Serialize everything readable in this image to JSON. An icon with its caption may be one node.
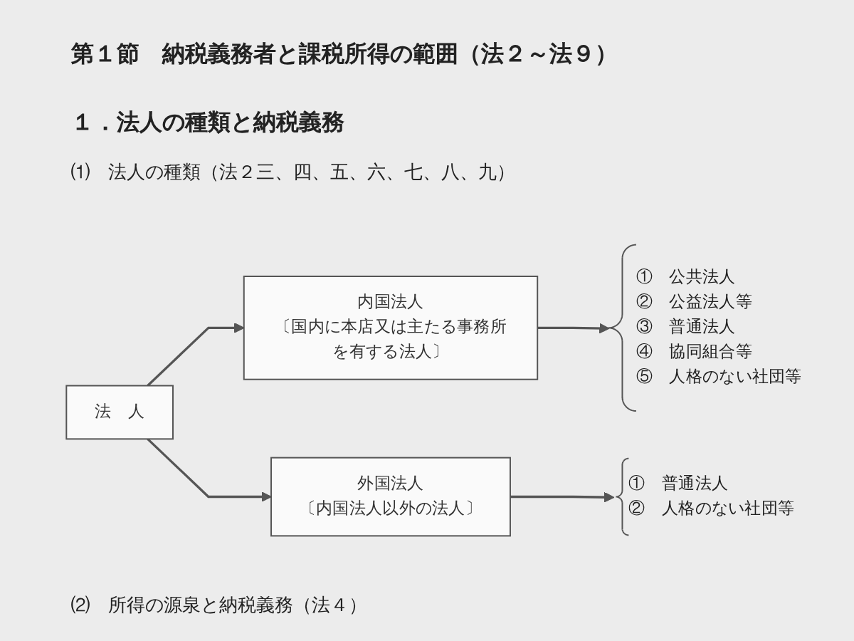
{
  "diagram": {
    "title": "第１節　納税義務者と課税所得の範囲（法２～法９）",
    "nodes": [
      {
        "text": [
          "法　人"
        ]
      },
      {
        "text": [
          "内国法人",
          "〔国内に本店又は主たる事務所を有する法人〕"
        ]
      },
      {
        "text": [
          "①　公共法人",
          "②　公益法人等",
          "③　普通法人",
          "④　協同組合等",
          "⑤　人格のない社団等"
        ]
      },
      {
        "text": [
          "外国法人",
          "〔内国法人以外の法人〕"
        ]
      },
      {
        "text": [
          "①　普通法人",
          "②　人格のない社団等"
        ]
      }
    ],
    "edges": [
      {
        "from": 0,
        "to": 1,
        "arrow": "to"
      },
      {
        "from": 1,
        "to": 2,
        "arrow": "to"
      },
      {
        "from": 0,
        "to": 3,
        "arrow": "to"
      },
      {
        "from": 3,
        "to": 4,
        "arrow": "to"
      }
    ],
    "labels": [
      "１．法人の種類と納税義務",
      "⑴　法人の種類（法２三、四、五、六、七、八、九）",
      "⑵　所得の源泉と納税義務（法４）"
    ]
  }
}
